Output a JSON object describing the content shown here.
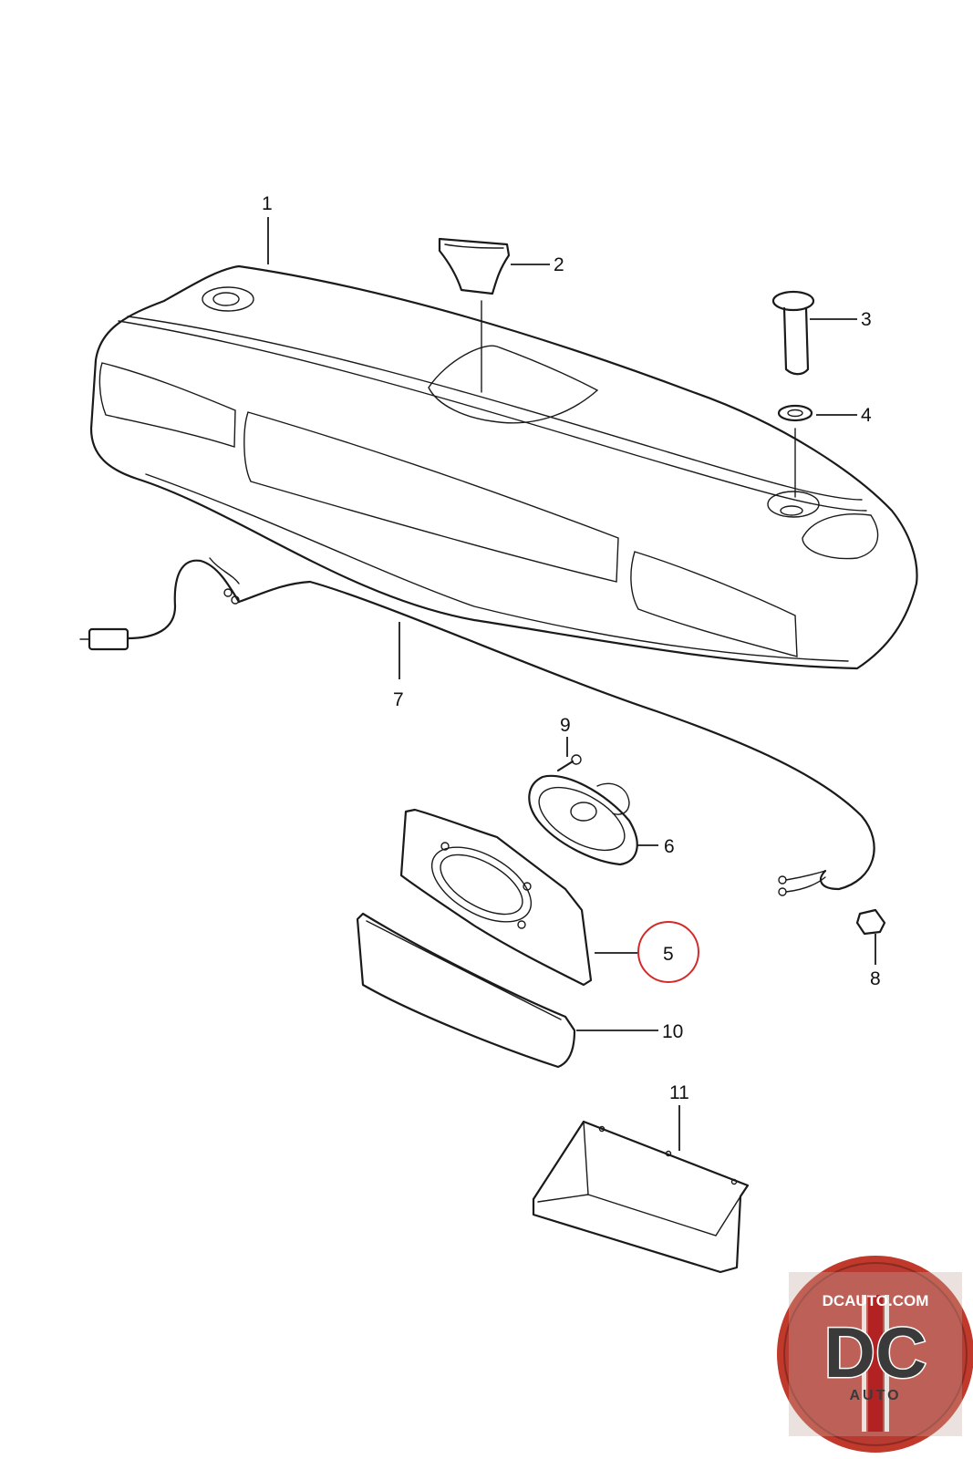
{
  "callouts": [
    {
      "id": "1",
      "label": "1"
    },
    {
      "id": "2",
      "label": "2"
    },
    {
      "id": "3",
      "label": "3"
    },
    {
      "id": "4",
      "label": "4"
    },
    {
      "id": "5",
      "label": "5",
      "highlighted": true
    },
    {
      "id": "6",
      "label": "6"
    },
    {
      "id": "7",
      "label": "7"
    },
    {
      "id": "8",
      "label": "8"
    },
    {
      "id": "9",
      "label": "9"
    },
    {
      "id": "10",
      "label": "10"
    },
    {
      "id": "11",
      "label": "11"
    }
  ],
  "logo": {
    "site_text": "DCAUTO.COM",
    "letters": "DC",
    "sub_text": "AUTO",
    "colors": {
      "ring": "#c0392b",
      "inner": "#e9e4e0",
      "letters": "#3a3a3a",
      "stripe": "#b22222"
    }
  },
  "highlight_color": "#d32a2a"
}
